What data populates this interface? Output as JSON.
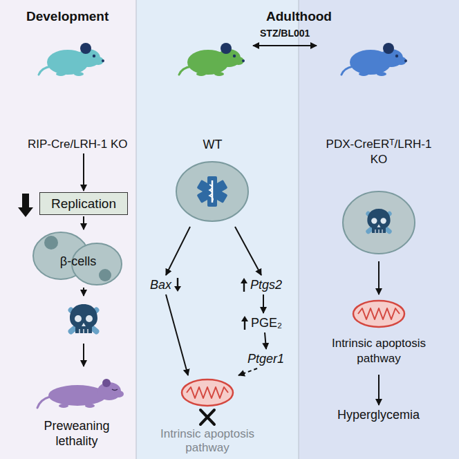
{
  "diagram": {
    "nodes": [
      {
        "text": [
          "RIP-Cre/LRH-1 KO"
        ]
      },
      {
        "text": [
          "Replication"
        ]
      },
      {
        "text": [
          "β-cells"
        ]
      },
      {
        "text": [
          "Preweaning lethality"
        ]
      },
      {
        "text": [
          "WT"
        ]
      },
      {
        "text": [
          "Bax"
        ]
      },
      {
        "text": [
          "Ptgs2"
        ]
      },
      {
        "text": [
          "PGE₂"
        ]
      },
      {
        "text": [
          "Ptger1"
        ]
      },
      {
        "text": [
          "Intrinsic apoptosis pathway"
        ]
      },
      {
        "text": [
          "PDX-CreERᵀ/LRH-1 KO"
        ]
      },
      {
        "text": [
          "Intrinsic apoptosis pathway"
        ]
      },
      {
        "text": [
          "Hyperglycemia"
        ]
      }
    ],
    "edges": [
      {
        "from": 0,
        "to": 1,
        "arrow": "to"
      },
      {
        "from": 1,
        "to": 2,
        "arrow": "to"
      },
      {
        "from": 2,
        "to": 3,
        "arrow": "to"
      },
      {
        "from": 4,
        "to": 5,
        "arrow": "to"
      },
      {
        "from": 4,
        "to": 6,
        "arrow": "to"
      },
      {
        "from": 5,
        "to": 9,
        "arrow": "to"
      },
      {
        "from": 6,
        "to": 7,
        "arrow": "to"
      },
      {
        "from": 7,
        "to": 8,
        "arrow": "to"
      },
      {
        "from": 8,
        "to": 9,
        "arrow": "to"
      },
      {
        "from": 10,
        "to": 11,
        "arrow": "to"
      },
      {
        "from": 11,
        "to": 12,
        "arrow": "to"
      }
    ],
    "labels": [
      "Development",
      "Adulthood",
      "STZ/BL001"
    ]
  }
}
